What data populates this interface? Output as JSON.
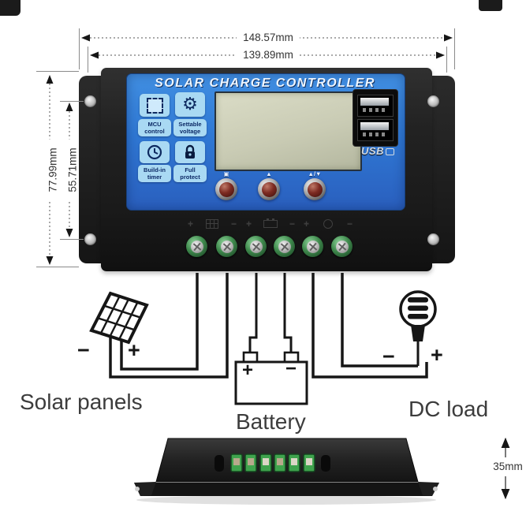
{
  "annotations": {
    "width_outer": "148.57mm",
    "width_inner": "139.89mm",
    "height_outer": "77.99mm",
    "height_inner": "55.71mm",
    "side_height": "35mm"
  },
  "controller": {
    "title": "SOLAR CHARGE CONTROLLER",
    "features": [
      {
        "line1": "MCU",
        "line2": "control",
        "icon": "dashed-square"
      },
      {
        "line1": "Settable",
        "line2": "voltage",
        "icon": "gear"
      },
      {
        "line1": "Build-in",
        "line2": "timer",
        "icon": "clock"
      },
      {
        "line1": "Full",
        "line2": "protect",
        "icon": "padlock"
      }
    ],
    "gear_glyph": "⚙",
    "button_labels": [
      "▣",
      "▲",
      "▲/▼"
    ],
    "usb_logo": "USB",
    "terminal_groups": [
      {
        "plus": "+",
        "minus": "−",
        "symbol": "solar-panel"
      },
      {
        "plus": "+",
        "minus": "−",
        "symbol": "battery"
      },
      {
        "plus": "+",
        "minus": "−",
        "symbol": "lamp"
      }
    ]
  },
  "wiring": {
    "solar": {
      "label": "Solar panels",
      "neg": "−",
      "pos": "+"
    },
    "battery": {
      "label": "Battery",
      "pos": "+",
      "neg": "−"
    },
    "load": {
      "label": "DC load",
      "neg": "−",
      "pos": "+"
    }
  },
  "colors": {
    "face_blue": "#2f78d4",
    "tile_blue": "#a9d9f3",
    "lcd_green": "#c9cbb4",
    "terminal_green": "#3f8a4d",
    "case_black": "#1a1a1a"
  }
}
